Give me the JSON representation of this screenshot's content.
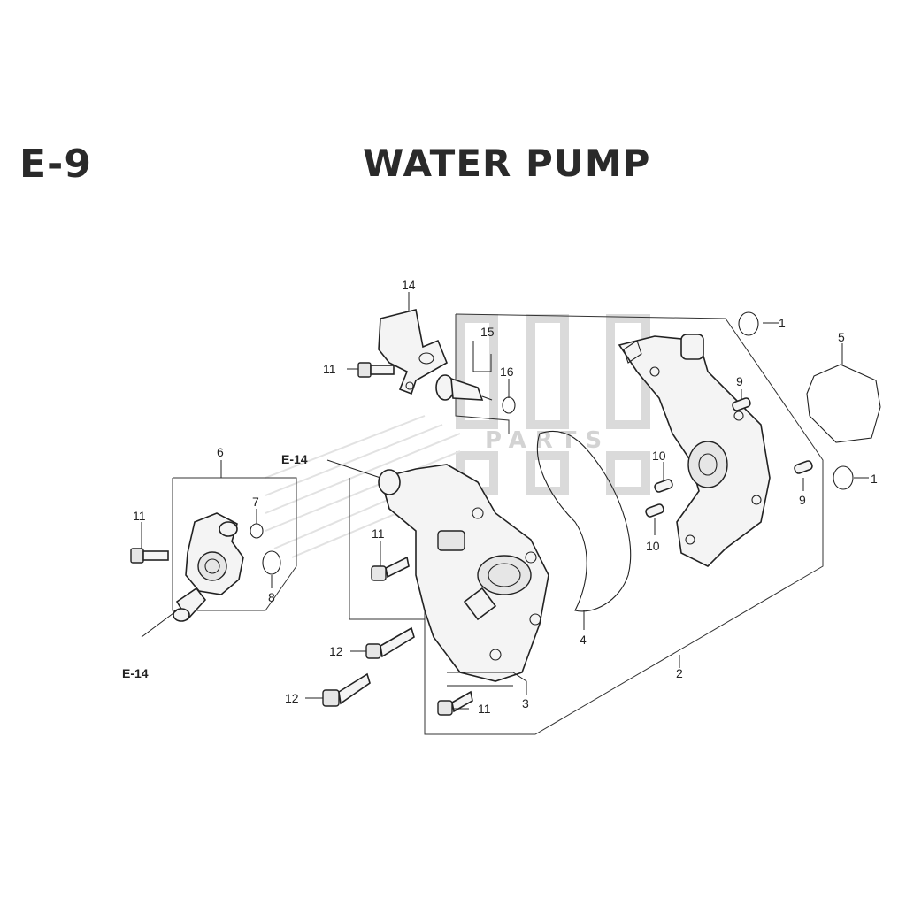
{
  "header": {
    "section_code": "E-9",
    "title": "WATER PUMP"
  },
  "watermark": {
    "text": "PARTS"
  },
  "callouts": {
    "c1a": "1",
    "c1b": "1",
    "c2": "2",
    "c3": "3",
    "c4": "4",
    "c5": "5",
    "c6": "6",
    "c7": "7",
    "c8": "8",
    "c9a": "9",
    "c9b": "9",
    "c10a": "10",
    "c10b": "10",
    "c11a": "11",
    "c11b": "11",
    "c11c": "11",
    "c11d": "11",
    "c12a": "12",
    "c12b": "12",
    "c14": "14",
    "c15": "15",
    "c16": "16"
  },
  "references": {
    "ref_upper": "E-14",
    "ref_lower": "E-14"
  }
}
